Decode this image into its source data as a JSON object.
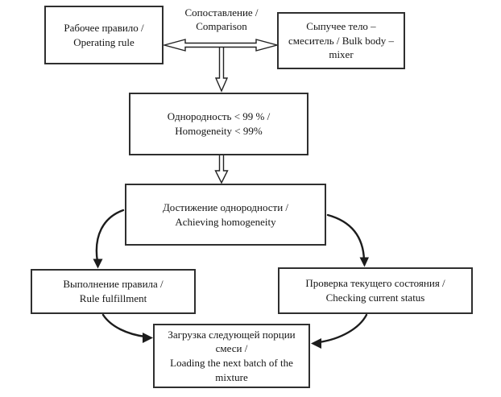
{
  "figure": {
    "background": "#ffffff",
    "box_border_color": "#2f2f2f",
    "text_color": "#151515",
    "arrow_color": "#1c1c1c",
    "comparison_label": "Сопоставление /\nComparison",
    "nodes": {
      "operating_rule": "Рабочее правило /\nOperating rule",
      "bulk_body_mixer": "Сыпучее тело –\nсмеситель / Bulk body –\nmixer",
      "homogeneity": "Однородность < 99 % /\nHomogeneity < 99%",
      "achieving_homogeneity": "Достижение однородности /\nAchieving homogeneity",
      "rule_fulfillment": "Выполнение правила /\nRule fulfillment",
      "checking_current_status": "Проверка текущего состояния /\nChecking current status",
      "loading_next_batch": "Загрузка следующей порции\nсмеси /\nLoading the next batch of the\nmixture"
    }
  }
}
